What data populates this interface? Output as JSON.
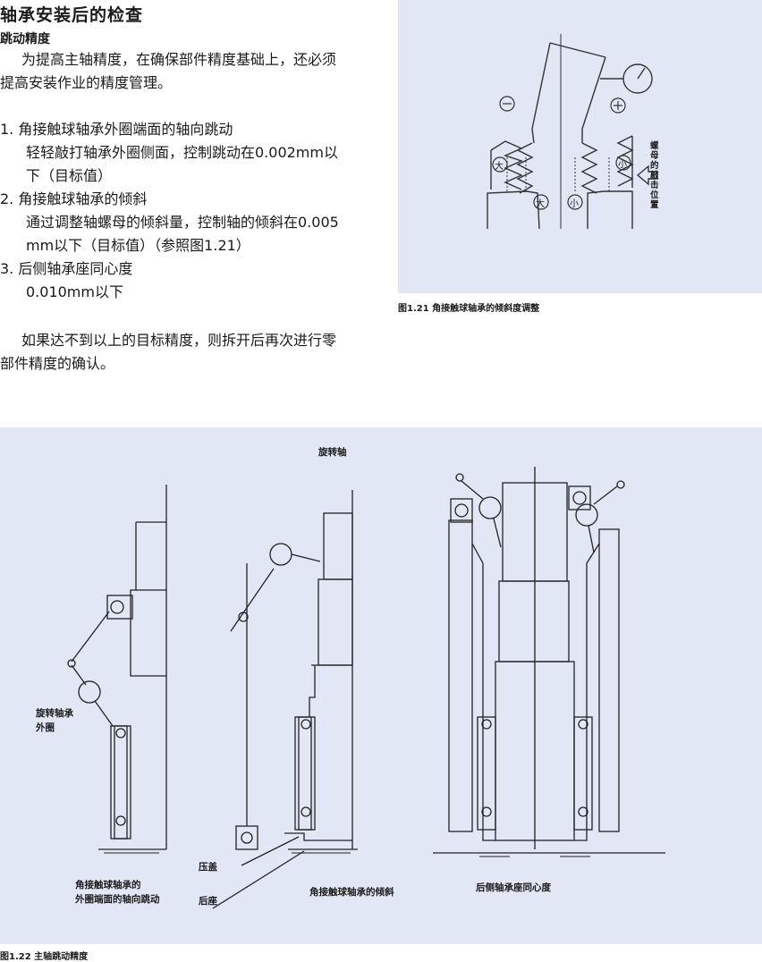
{
  "heading": "轴承安装后的检查",
  "subheading": "跳动精度",
  "intro": [
    "为提高主轴精度，在确保部件精度基础上，还必须",
    "提高安装作业的精度管理。"
  ],
  "items": [
    {
      "title": "1. 角接触球轴承外圈端面的轴向跳动",
      "lines": [
        "轻轻敲打轴承外圈侧面，控制跳动在0.002mm以",
        "下（目标值）"
      ]
    },
    {
      "title": "2. 角接触球轴承的倾斜",
      "lines": [
        "通过调整轴螺母的倾斜量，控制轴的倾斜在0.005",
        "mm以下（目标值）（参照图1.21）"
      ]
    },
    {
      "title": "3. 后侧轴承座同心度",
      "lines": [
        "0.010mm以下"
      ]
    }
  ],
  "closing": [
    "如果达不到以上的目标精度，则拆开后再次进行零",
    "部件精度的确认。"
  ],
  "fig21": {
    "caption": "图1.21  角接触球轴承的倾斜度调整",
    "minus": "⊖",
    "plus": "⊕",
    "big": "大",
    "small": "小",
    "nut_label": [
      "螺",
      "母",
      "的",
      "敲",
      "击",
      "位",
      "置"
    ]
  },
  "fig22": {
    "caption": "图1.22  主轴跳动精度",
    "rotation_axis": "旋转轴",
    "outer_ring": [
      "旋转轴承",
      "外圈"
    ],
    "cover": "压盖",
    "rear_seat": "后座",
    "runout_label": [
      "角接触球轴承的",
      "外圈端面的轴向跳动"
    ],
    "tilt_label": "角接触球轴承的倾斜",
    "concentric_label": "后侧轴承座同心度"
  }
}
